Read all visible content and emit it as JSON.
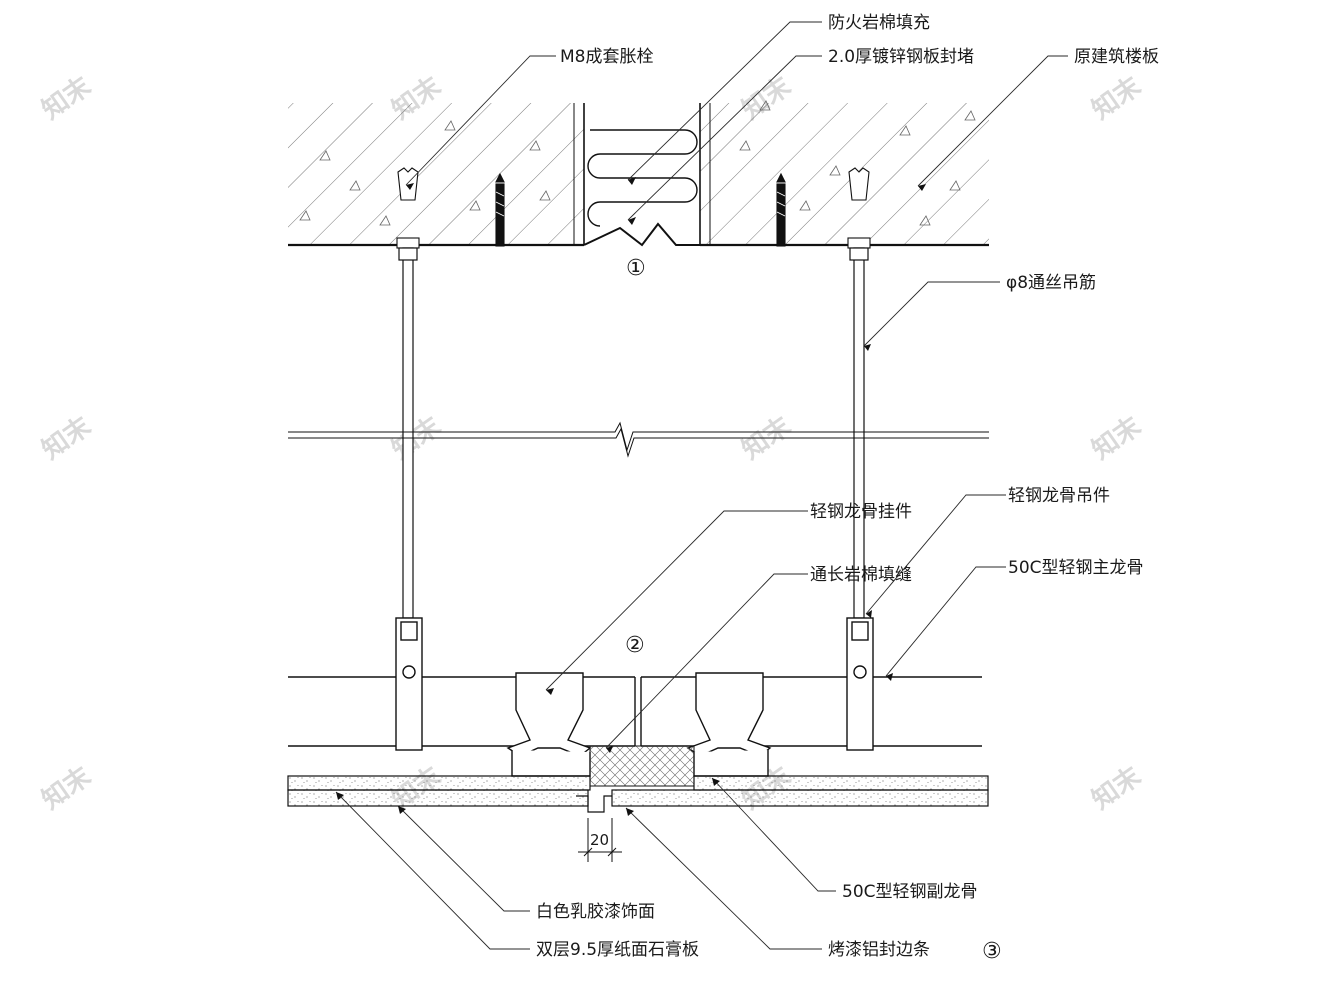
{
  "labels": {
    "fire_rockwool": "防火岩棉填充",
    "m8_bolt": "M8成套胀栓",
    "galv_plate": "2.0厚镀锌钢板封堵",
    "original_slab": "原建筑楼板",
    "rod": "φ8通丝吊筋",
    "hanger_clip": "轻钢龙骨挂件",
    "hanger": "轻钢龙骨吊件",
    "rockwool_joint": "通长岩棉填缝",
    "main_keel": "50C型轻钢主龙骨",
    "sub_keel": "50C型轻钢副龙骨",
    "latex_paint": "白色乳胶漆饰面",
    "gypsum_board": "双层9.5厚纸面石膏板",
    "alu_strip": "烤漆铝封边条"
  },
  "markers": {
    "m1": "①",
    "m2": "②",
    "m3": "③"
  },
  "dimension": "20",
  "watermark": "知末",
  "colors": {
    "line": "#1a1a1a",
    "leader": "#2a2a2a",
    "watermark": "#d9d9d9"
  }
}
